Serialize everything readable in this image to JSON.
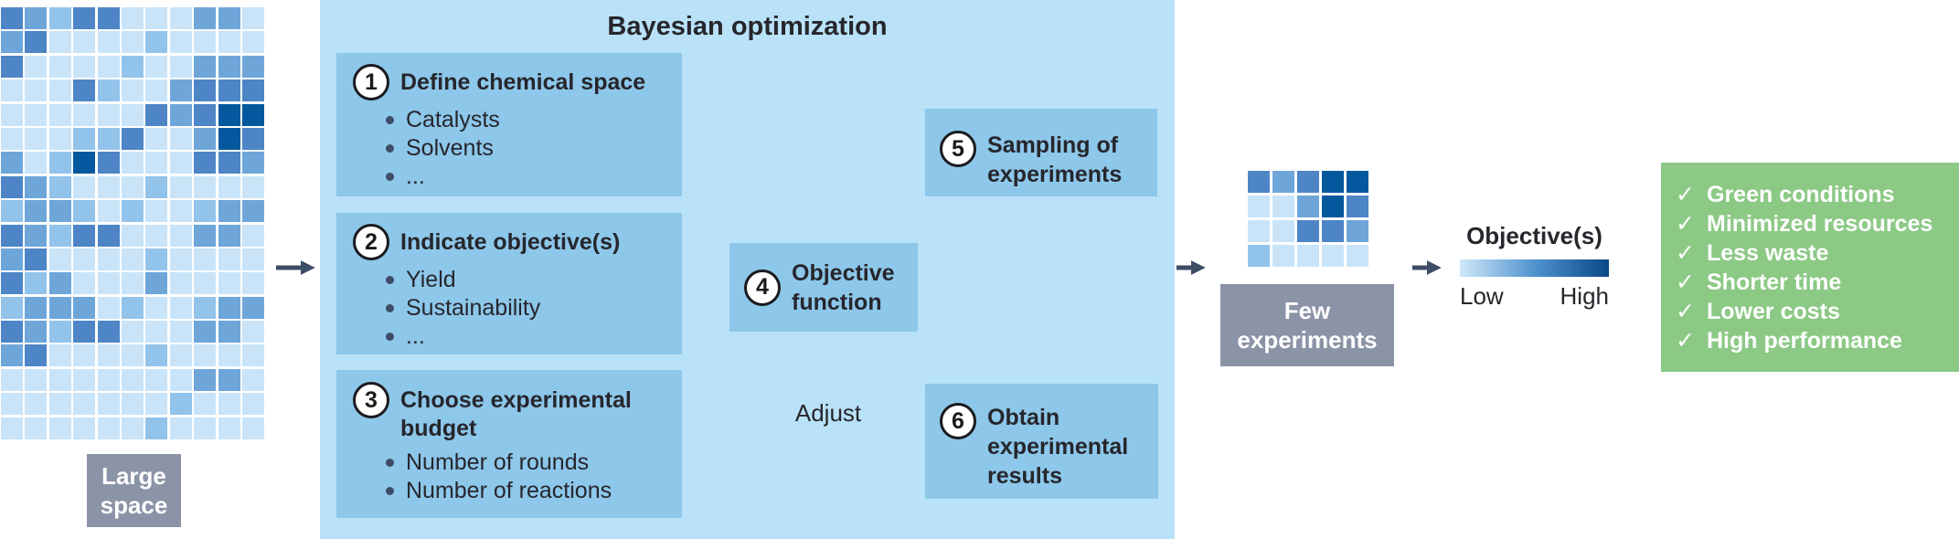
{
  "palette": {
    "grid_levels": [
      "#c9e4f8",
      "#92c3eb",
      "#6ea6da",
      "#4d85c6",
      "#04589e"
    ],
    "container_bg": "#b9e2f8",
    "step_box_bg": "#8dc7ea",
    "gray_box_bg": "#8b93a7",
    "green_box_bg": "#8cc985",
    "arrow_color": "#3d4d66",
    "text_dark": "#26262c"
  },
  "large_space": {
    "label": "Large space",
    "grid_rows": [
      "32133000220",
      "23000010000",
      "30000100222",
      "00031002333",
      "00000032344",
      "00011300243",
      "20143000332",
      "32100010000",
      "12210100122",
      "32133000220",
      "23000010000",
      "31200020000",
      "12220100122",
      "32133000220",
      "23000010000",
      "00000000220",
      "00000001000",
      "00000010000"
    ]
  },
  "bayesian": {
    "title": "Bayesian optimization",
    "steps": [
      {
        "number": "1",
        "title": "Define chemical space",
        "bullets": [
          "Catalysts",
          "Solvents",
          "..."
        ]
      },
      {
        "number": "2",
        "title": "Indicate objective(s)",
        "bullets": [
          "Yield",
          "Sustainability",
          "..."
        ]
      },
      {
        "number": "3",
        "title": "Choose experimental budget",
        "bullets": [
          "Number of rounds",
          "Number of reactions"
        ]
      },
      {
        "number": "4",
        "title": "Objective function"
      },
      {
        "number": "5",
        "title": "Sampling of experiments"
      },
      {
        "number": "6",
        "title": "Obtain experimental results"
      }
    ],
    "adjust_label": "Adjust"
  },
  "few_experiments": {
    "label": "Few experiments",
    "grid_rows": [
      "32344",
      "00243",
      "00332",
      "10000"
    ]
  },
  "objective_scale": {
    "title": "Objective(s)",
    "low": "Low",
    "high": "High",
    "gradient": [
      "#cfe8f9",
      "#4f93cf",
      "#0a4886"
    ]
  },
  "outcomes": {
    "check_glyph": "✓",
    "items": [
      "Green conditions",
      "Minimized resources",
      "Less waste",
      "Shorter time",
      "Lower costs",
      "High performance"
    ]
  }
}
